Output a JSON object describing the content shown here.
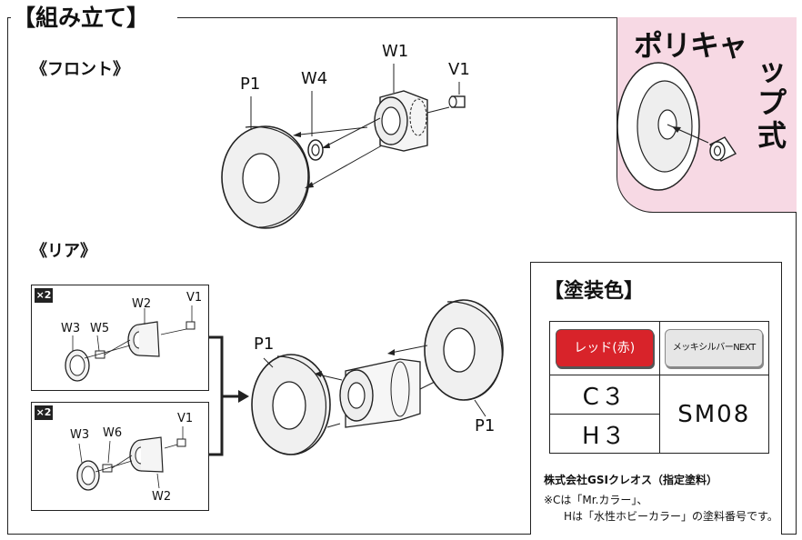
{
  "title": "【組み立て】",
  "front": {
    "heading": "《フロント》",
    "labels": {
      "p1": "P1",
      "w4": "W4",
      "w1": "W1",
      "v1": "V1"
    }
  },
  "rear": {
    "heading": "《リア》",
    "box_a": {
      "badge": "×2",
      "w2": "W2",
      "v1": "V1",
      "w3": "W3",
      "w5": "W5"
    },
    "box_b": {
      "badge": "×2",
      "w3": "W3",
      "w6": "W6",
      "v1": "V1",
      "w2": "W2"
    },
    "assembled": {
      "p1_left": "P1",
      "p1_right": "P1"
    }
  },
  "polycap": {
    "title_h": "ポリキャ",
    "title_v": [
      "ッ",
      "プ",
      "式"
    ]
  },
  "paint": {
    "heading": "【塗装色】",
    "col1": {
      "button": "レッド(赤)",
      "color": "#d8232a",
      "code_c": "C３",
      "code_h": "H３"
    },
    "col2": {
      "button": "メッキシルバーNEXT",
      "code": "SM08"
    },
    "maker": "株式会社GSIクレオス（指定塗料）",
    "note1": "※Cは「Mr.カラー」、",
    "note2": "Hは「水性ホビーカラー」の塗料番号です。"
  }
}
